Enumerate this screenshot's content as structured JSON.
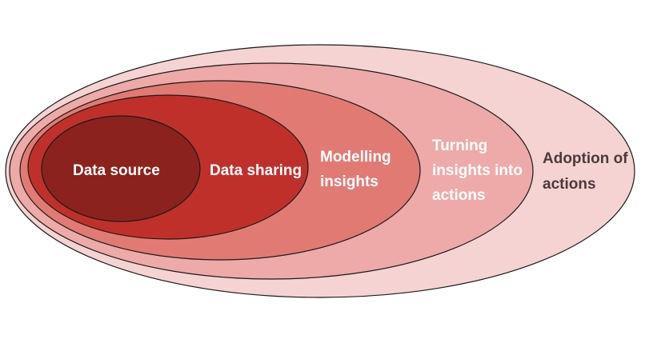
{
  "diagram": {
    "layers": [
      {
        "id": "adoption",
        "lines": [
          "Adoption of",
          "actions"
        ],
        "fill": "#f5d3d3",
        "text_color": "#4a3b3b"
      },
      {
        "id": "turning",
        "lines": [
          "Turning",
          "insights into",
          "actions"
        ],
        "fill": "#eeaaa8",
        "text_color": "#ffffff"
      },
      {
        "id": "modelling",
        "lines": [
          "Modelling",
          "insights"
        ],
        "fill": "#e27a74",
        "text_color": "#ffffff"
      },
      {
        "id": "sharing",
        "lines": [
          "Data sharing"
        ],
        "fill": "#c0302b",
        "text_color": "#ffffff"
      },
      {
        "id": "source",
        "lines": [
          "Data source"
        ],
        "fill": "#8c221d",
        "text_color": "#ffffff"
      }
    ],
    "stroke_color": "#1a1a1a"
  }
}
